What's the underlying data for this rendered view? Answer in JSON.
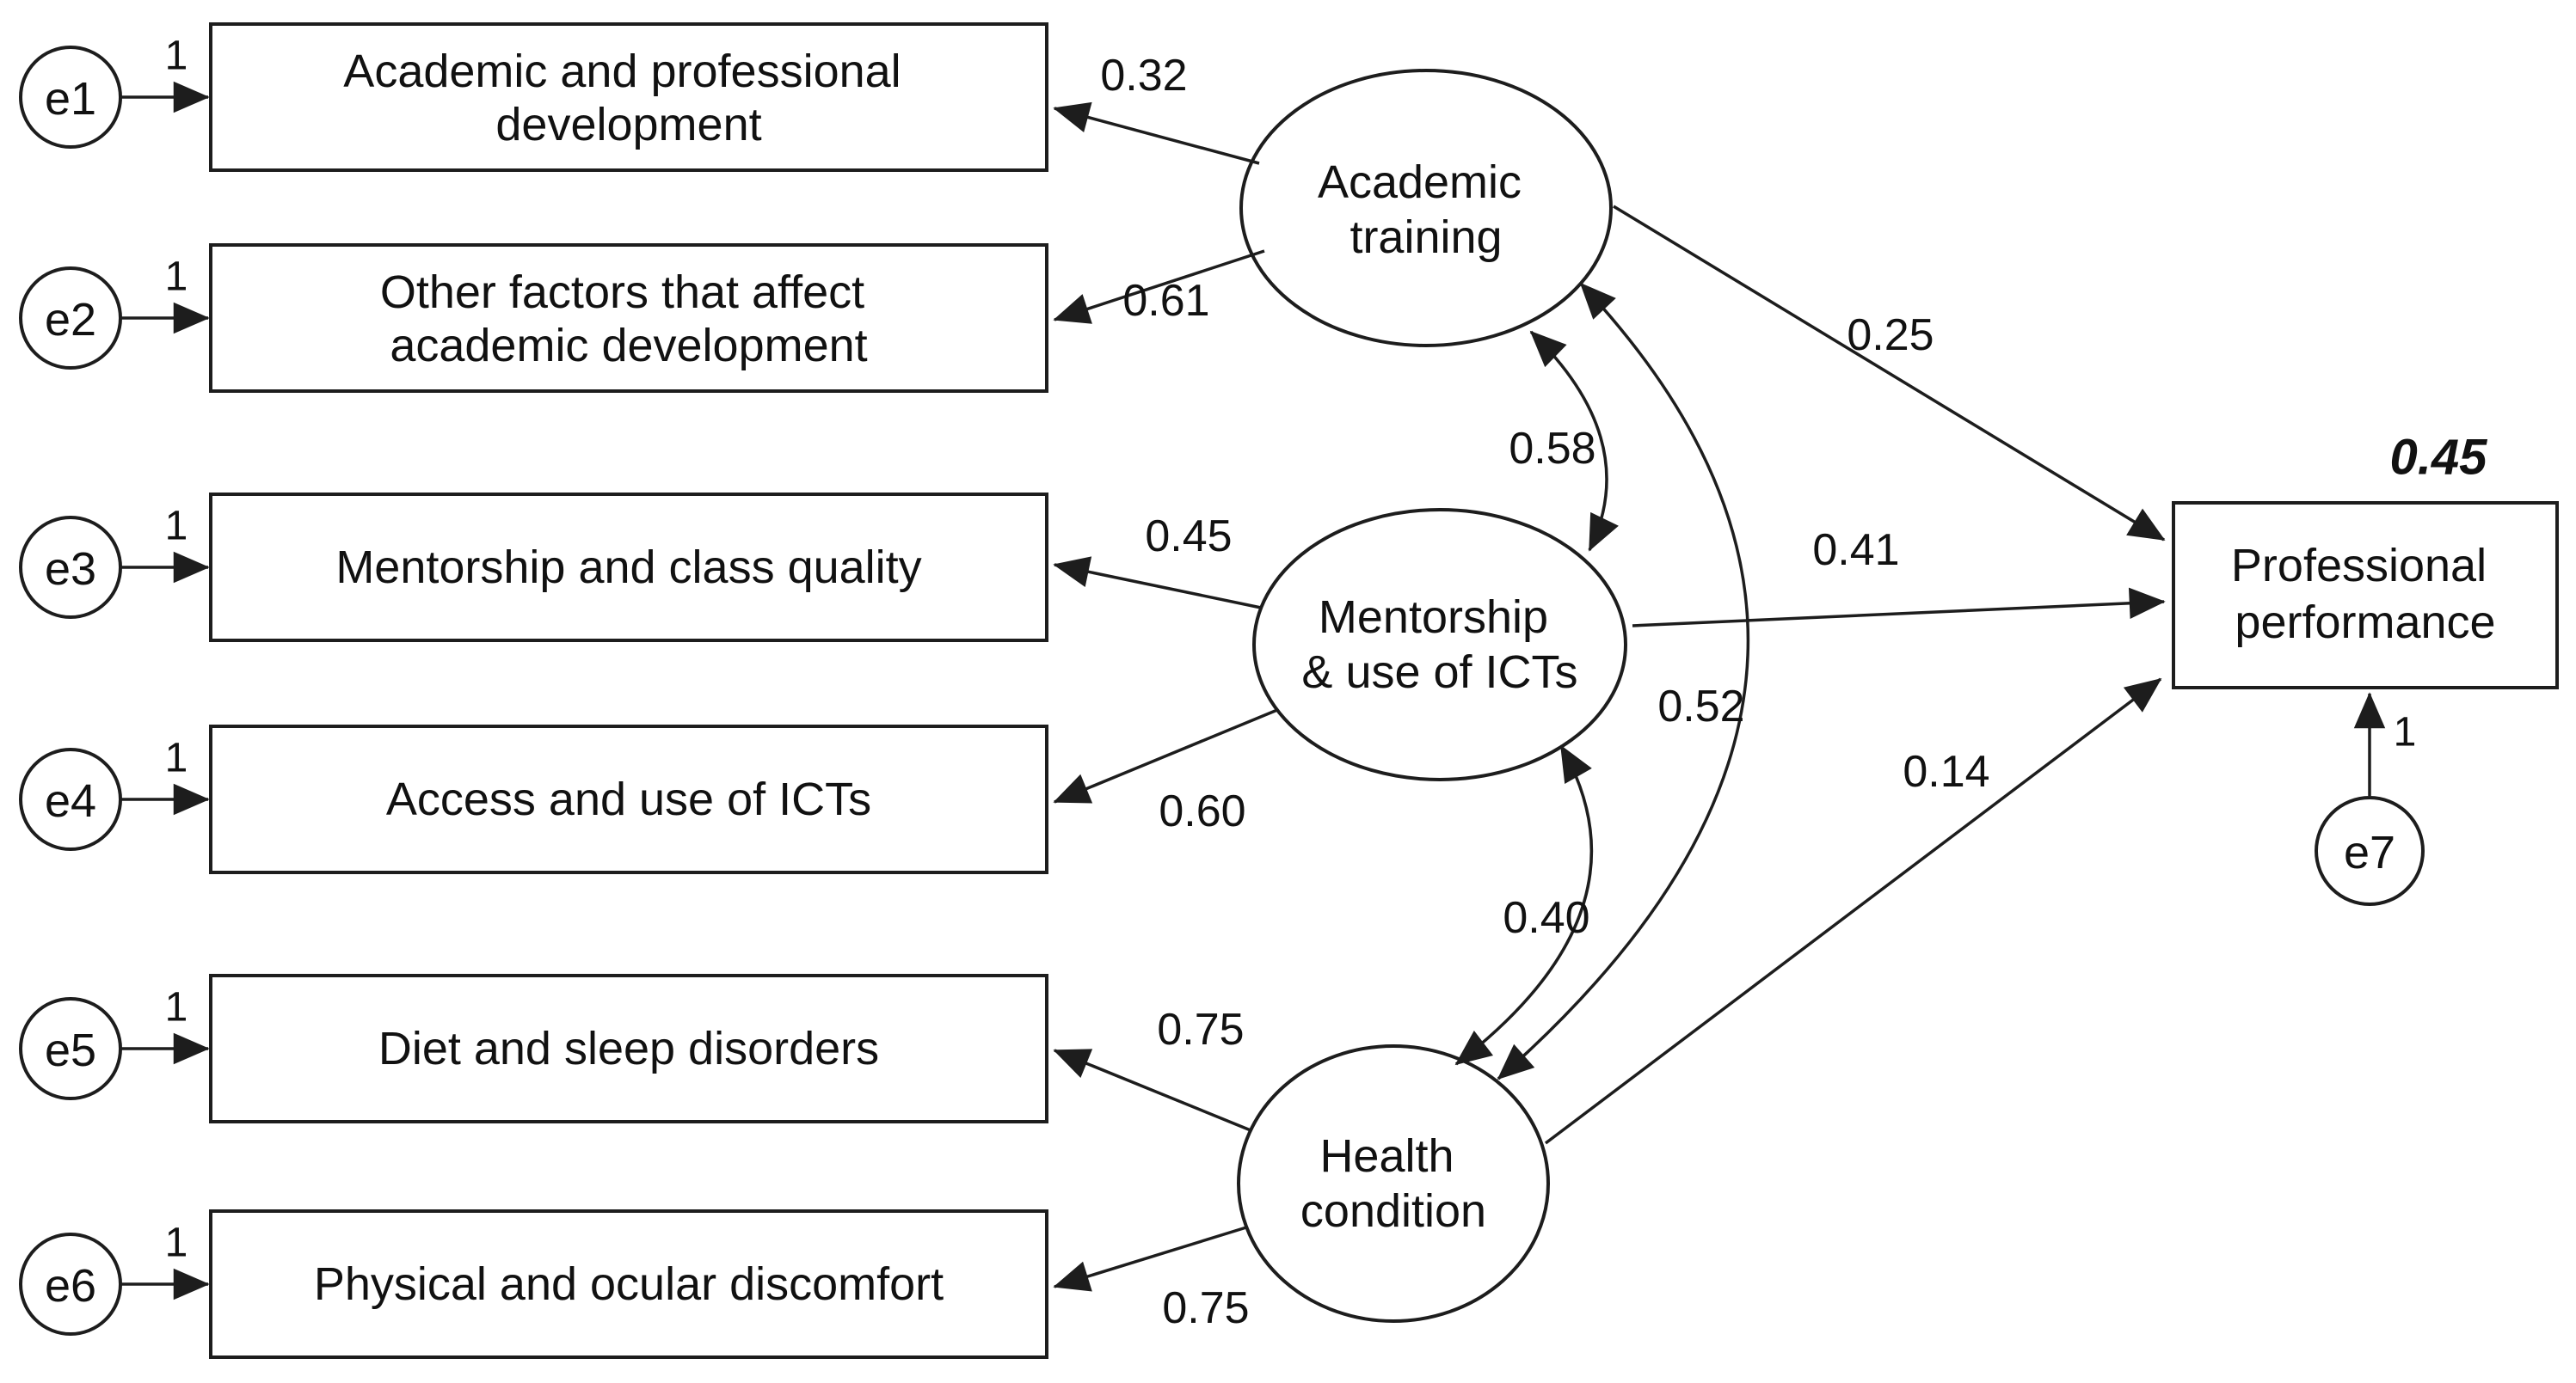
{
  "colors": {
    "background": "#ffffff",
    "line": "#1d1d1d",
    "text": "#111111"
  },
  "diagram": {
    "type": "SEM path diagram",
    "fixed_loading": "1",
    "error_terms": {
      "e1": "e1",
      "e2": "e2",
      "e3": "e3",
      "e4": "e4",
      "e5": "e5",
      "e6": "e6",
      "e7": "e7"
    },
    "indicators": {
      "ind1": {
        "line1": "Academic and professional",
        "line2": "development",
        "loading": "0.32"
      },
      "ind2": {
        "line1": "Other factors that affect",
        "line2": "academic development",
        "loading": "0.61"
      },
      "ind3": {
        "line1": "Mentorship and class quality",
        "loading": "0.45"
      },
      "ind4": {
        "line1": "Access and use of ICTs",
        "loading": "0.60"
      },
      "ind5": {
        "line1": "Diet and sleep disorders",
        "loading": "0.75"
      },
      "ind6": {
        "line1": "Physical and ocular discomfort",
        "loading": "0.75"
      }
    },
    "latents": {
      "academic_training": {
        "line1": "Academic",
        "line2": "training",
        "path_to_outcome": "0.25"
      },
      "mentorship_icts": {
        "line1": "Mentorship",
        "line2": "& use of ICTs",
        "path_to_outcome": "0.41"
      },
      "health_condition": {
        "line1": "Health",
        "line2": "condition",
        "path_to_outcome": "0.14"
      }
    },
    "covariances": {
      "academic_mentorship": "0.58",
      "academic_health": "0.52",
      "mentorship_health": "0.40"
    },
    "outcome": {
      "line1": "Professional",
      "line2": "performance",
      "r_squared": "0.45"
    }
  }
}
